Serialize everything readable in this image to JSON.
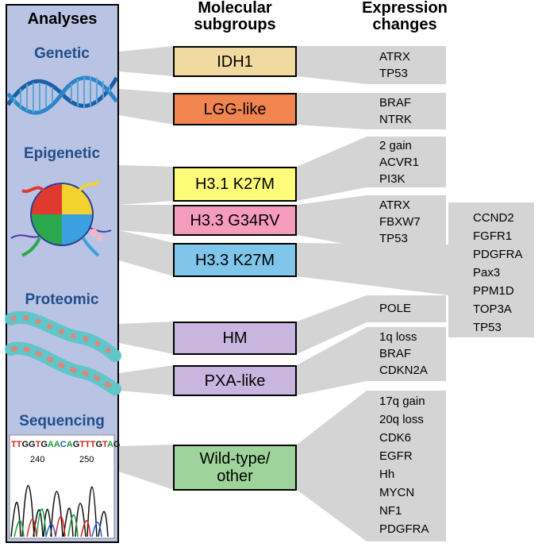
{
  "headers": {
    "analyses": "Analyses",
    "subgroups": "Molecular\nsubgroups",
    "changes": "Expression\nchanges"
  },
  "analyses": {
    "genetic": "Genetic",
    "epigenetic": "Epigenetic",
    "proteomic": "Proteomic",
    "sequencing": "Sequencing"
  },
  "subgroups": [
    {
      "label": "IDH1",
      "color": "#f0daa0"
    },
    {
      "label": "LGG-like",
      "color": "#f2854f"
    },
    {
      "label": "H3.1 K27M",
      "color": "#fffc7a"
    },
    {
      "label": "H3.3 G34RV",
      "color": "#f59cbc"
    },
    {
      "label": "H3.3 K27M",
      "color": "#7fc6ea"
    },
    {
      "label": "HM",
      "color": "#c8b6df"
    },
    {
      "label": "PXA-like",
      "color": "#c8b6df"
    },
    {
      "label": "Wild-type/\nother",
      "color": "#9ed49b"
    }
  ],
  "changes": {
    "idh1": "ATRX\nTP53",
    "lgg": "BRAF\nNTRK",
    "h31": "2 gain\nACVR1\nPI3K",
    "g34": "ATRX\nFBXW7\nTP53",
    "k27": "CCND2\nFGFR1\nPDGFRA\nPax3\nPPM1D\nTOP3A\nTP53",
    "hm": "POLE",
    "pxa": "1q loss\nBRAF\nCDKN2A",
    "wt": "17q gain\n20q loss\nCDK6\nEGFR\nHh\nMYCN\nNF1\nPDGFRA"
  },
  "sequence": {
    "bases": "TTGGTGAACAGTTTGTAG",
    "pos1": "240",
    "pos2": "250"
  },
  "colors": {
    "panel_bg": "#b9c3e3",
    "analysis_text": "#1f4e8c",
    "connector_gray": "#d4d4d4",
    "base_A": "#1a9c3a",
    "base_C": "#1f5fd6",
    "base_G": "#111111",
    "base_T": "#d6201b"
  }
}
